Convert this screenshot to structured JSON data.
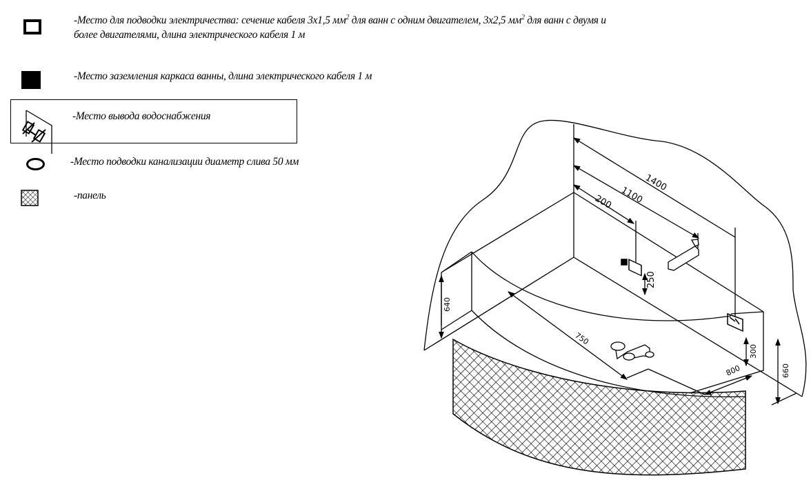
{
  "legend": {
    "electric": {
      "part1": "-Место для подводки электричества: сечение кабеля 3х1,5 мм",
      "sup1": "2",
      "part2": " для ванн с одним двигателем, 3х2,5 мм",
      "sup2": "2",
      "part3": " для ванн с двумя и",
      "line2": "более двигателями, длина электрического кабеля 1 м"
    },
    "ground": "-Место заземления каркаса ванны, длина электрического кабеля 1 м",
    "water": "-Место вывода водоснабжения",
    "drain": "-Место подводки канализации диаметр слива 50 мм",
    "panel": "-панель"
  },
  "dimensions": {
    "d1400": "1400",
    "d1100": "1100",
    "d200": "200",
    "d250": "250",
    "d640": "640",
    "d750": "750",
    "d300": "300",
    "d800": "800",
    "d660": "660"
  }
}
